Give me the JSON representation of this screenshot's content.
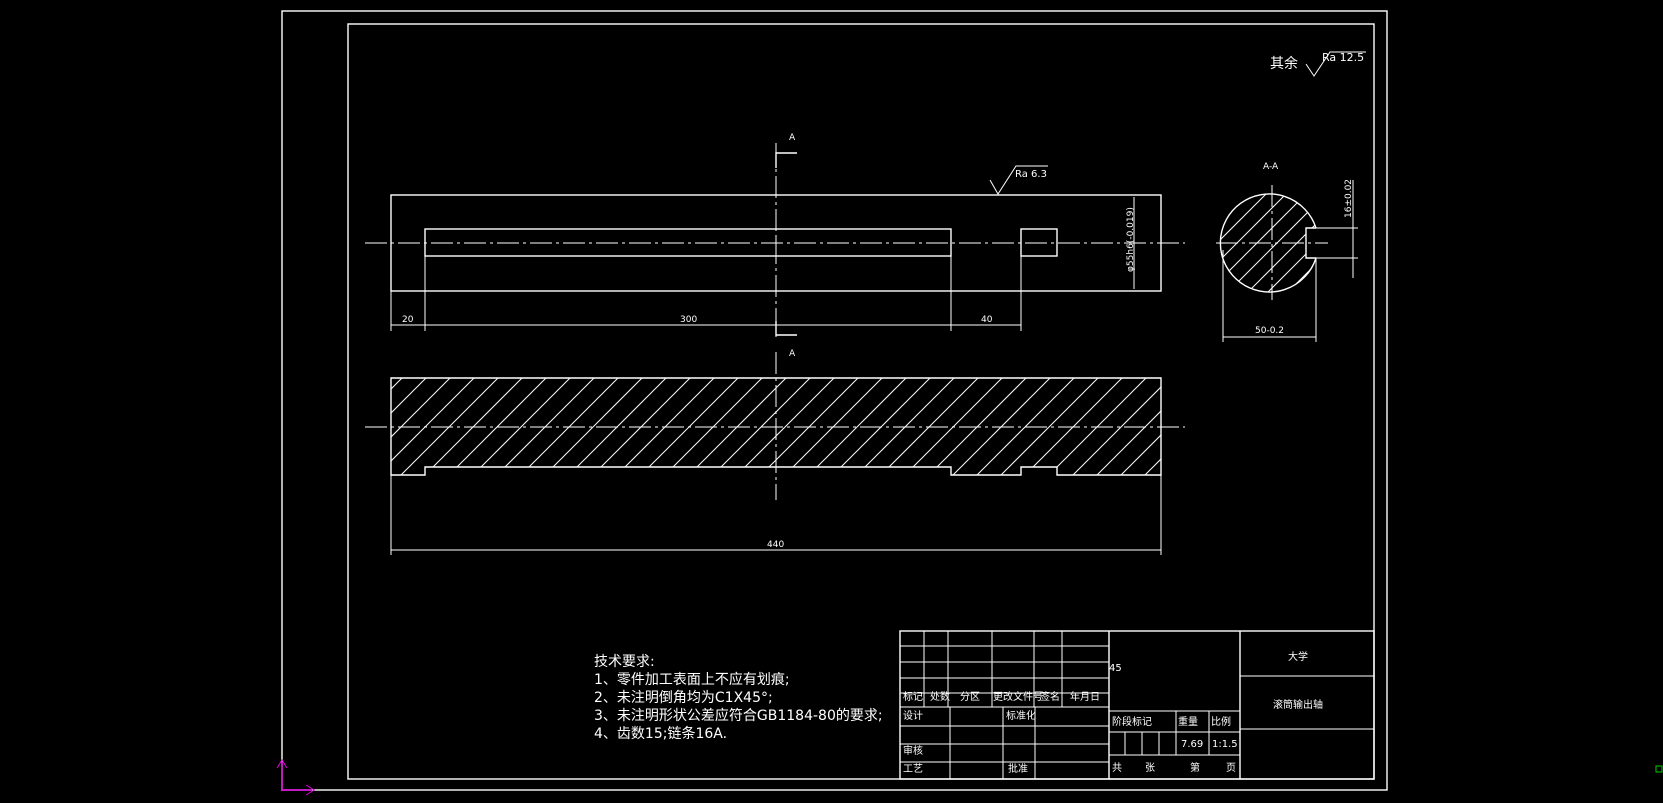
{
  "surface_roughness": {
    "other_label": "其余",
    "other_value": "Ra 12.5",
    "main_value": "Ra 6.3"
  },
  "section": {
    "cut_mark_top": "A",
    "cut_mark_bottom": "A",
    "view_title": "A-A"
  },
  "dimensions": {
    "diameter": "φ55h6(-0.019)",
    "d1": "20",
    "d2": "300",
    "d3": "40",
    "overall": "440",
    "width": "50-0.2",
    "depth": "16±0.02"
  },
  "tech_requirements": {
    "title": "技术要求:",
    "items": [
      "1、零件加工表面上不应有划痕;",
      "2、未注明倒角均为C1X45°;",
      "3、未注明形状公差应符合GB1184-80的要求;",
      "4、齿数15;链条16A."
    ]
  },
  "title_block": {
    "material": "45",
    "school": "大学",
    "part_name": "滚筒输出轴",
    "headers": [
      "标记",
      "处数",
      "分区",
      "更改文件号",
      "签名",
      "年月日"
    ],
    "design": "设计",
    "standardization": "标准化",
    "review": "审核",
    "process": "工艺",
    "approve": "批准",
    "stage_row": [
      "阶段标记",
      "重量",
      "比例"
    ],
    "weight": "7.69",
    "scale": "1:1.5",
    "sheets": [
      "共",
      "张",
      "第",
      "页"
    ]
  }
}
